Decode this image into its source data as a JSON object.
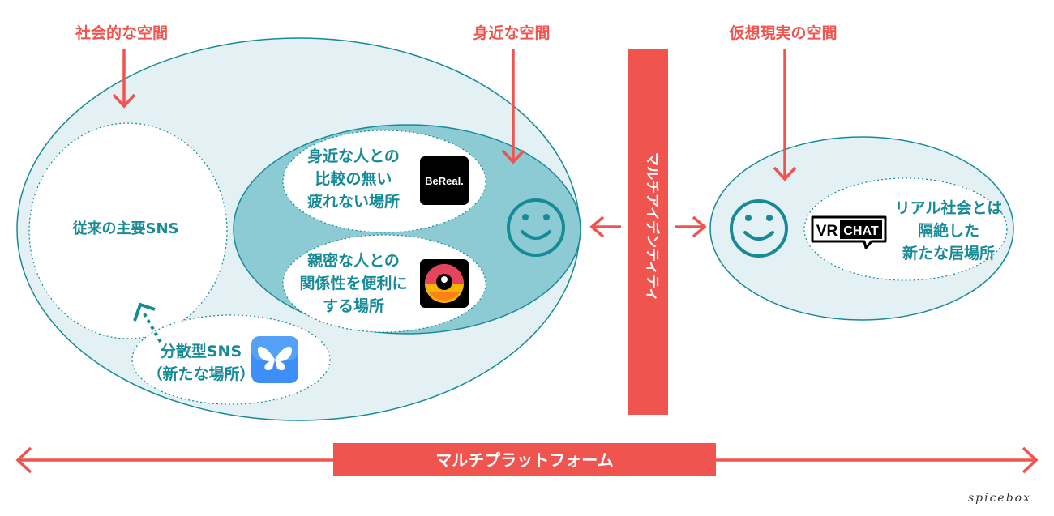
{
  "labels": {
    "social_space": "社会的な空間",
    "close_space": "身近な空間",
    "virtual_space": "仮想現実の空間"
  },
  "social": {
    "main_sns": "従来の主要SNS",
    "distributed_line1": "分散型SNS",
    "distributed_line2": "（新たな場所）"
  },
  "close": {
    "bereal_line1": "身近な人との",
    "bereal_line2": "比較の無い",
    "bereal_line3": "疲れない場所",
    "bereal_logo": "BeReal.",
    "intimate_line1": "親密な人との",
    "intimate_line2": "関係性を便利に",
    "intimate_line3": "する場所"
  },
  "virtual": {
    "line1": "リアル社会とは",
    "line2": "隔絶した",
    "line3": "新たな居場所",
    "vr_logo_left": "VR",
    "vr_logo_right": "CHAT"
  },
  "multi_identity": "マルチアイデンティティ",
  "multi_platform": "マルチプラットフォーム",
  "brand": "spicebox",
  "colors": {
    "red": "#f0544f",
    "teal": "#178a98",
    "light_fill": "#e3f1f4",
    "mid_fill": "#8ccbd4",
    "white": "#ffffff"
  }
}
